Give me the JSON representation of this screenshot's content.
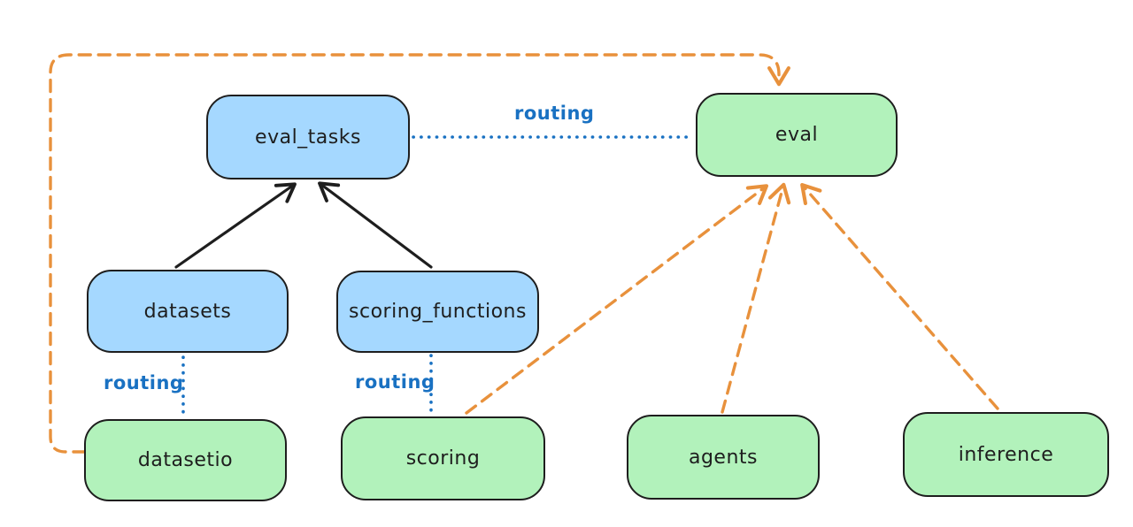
{
  "diagram": {
    "title": "",
    "colors": {
      "ink": "#1e1e1e",
      "orange": "#e8913c",
      "routing_blue": "#1971c2",
      "api_fill": "#a5d8ff",
      "provider_fill": "#b2f2bb",
      "background": "#ffffff"
    },
    "nodes": [
      {
        "id": "eval_tasks",
        "label": "eval_tasks",
        "kind": "api",
        "fill": "#a5d8ff"
      },
      {
        "id": "eval",
        "label": "eval",
        "kind": "provider",
        "fill": "#b2f2bb"
      },
      {
        "id": "datasets",
        "label": "datasets",
        "kind": "api",
        "fill": "#a5d8ff"
      },
      {
        "id": "scoring_functions",
        "label": "scoring_functions",
        "kind": "api",
        "fill": "#a5d8ff"
      },
      {
        "id": "datasetio",
        "label": "datasetio",
        "kind": "provider",
        "fill": "#b2f2bb"
      },
      {
        "id": "scoring",
        "label": "scoring",
        "kind": "provider",
        "fill": "#b2f2bb"
      },
      {
        "id": "agents",
        "label": "agents",
        "kind": "provider",
        "fill": "#b2f2bb"
      },
      {
        "id": "inference",
        "label": "inference",
        "kind": "provider",
        "fill": "#b2f2bb"
      }
    ],
    "edges": [
      {
        "from": "eval_tasks",
        "to": "eval",
        "style": "dotted",
        "color": "#1971c2",
        "label": "routing"
      },
      {
        "from": "datasets",
        "to": "datasetio",
        "style": "dotted",
        "color": "#1971c2",
        "label": "routing"
      },
      {
        "from": "scoring_functions",
        "to": "scoring",
        "style": "dotted",
        "color": "#1971c2",
        "label": "routing"
      },
      {
        "from": "datasets",
        "to": "eval_tasks",
        "style": "solid-arrow",
        "color": "#1e1e1e",
        "label": ""
      },
      {
        "from": "scoring_functions",
        "to": "eval_tasks",
        "style": "solid-arrow",
        "color": "#1e1e1e",
        "label": ""
      },
      {
        "from": "datasetio",
        "to": "eval",
        "style": "dashed-arrow",
        "color": "#e8913c",
        "label": ""
      },
      {
        "from": "scoring",
        "to": "eval",
        "style": "dashed-arrow",
        "color": "#e8913c",
        "label": ""
      },
      {
        "from": "agents",
        "to": "eval",
        "style": "dashed-arrow",
        "color": "#e8913c",
        "label": ""
      },
      {
        "from": "inference",
        "to": "eval",
        "style": "dashed-arrow",
        "color": "#e8913c",
        "label": ""
      }
    ]
  }
}
